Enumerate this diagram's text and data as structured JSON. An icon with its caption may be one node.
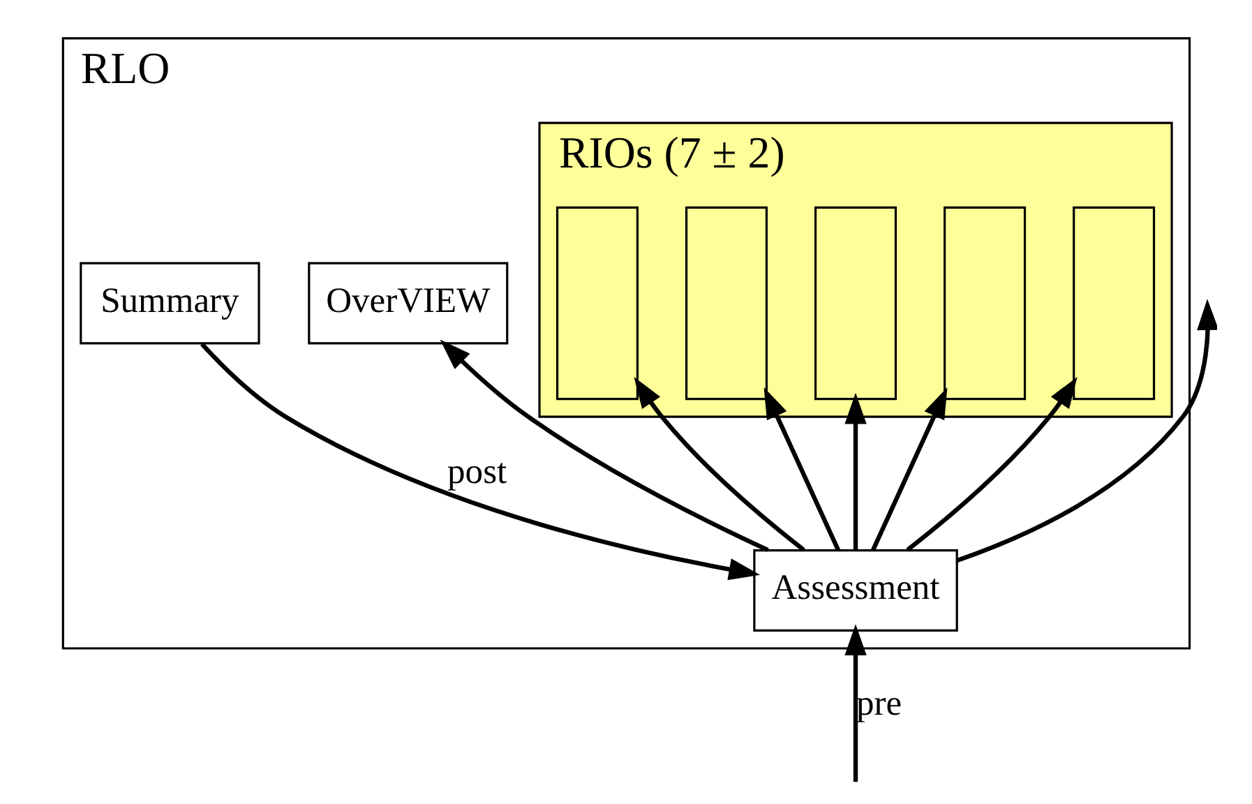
{
  "diagram": {
    "nodes": [
      {
        "text": [
          "RLO"
        ]
      },
      {
        "text": [
          "OverVIEW"
        ],
        "in": 0
      },
      {
        "text": [
          "RIOs (7 ± 2)"
        ],
        "in": 0
      },
      {
        "text": [],
        "shape": "box",
        "in": 2
      },
      {
        "text": [],
        "shape": "box",
        "in": 2
      },
      {
        "text": [],
        "shape": "box",
        "in": 2
      },
      {
        "text": [],
        "shape": "box",
        "in": 2
      },
      {
        "text": [],
        "shape": "box",
        "in": 2
      },
      {
        "text": [
          "Summary"
        ],
        "in": 0
      },
      {
        "text": [
          "Assessment"
        ],
        "in": 0
      }
    ],
    "edges": [
      {
        "from": 9,
        "to": 1,
        "arrow": "to"
      },
      {
        "from": 9,
        "to": 3,
        "arrow": "to"
      },
      {
        "from": 9,
        "to": 4,
        "arrow": "to"
      },
      {
        "from": 9,
        "to": 5,
        "arrow": "to"
      },
      {
        "from": 9,
        "to": 6,
        "arrow": "to"
      },
      {
        "from": 9,
        "to": 7,
        "arrow": "to"
      },
      {
        "from": 8,
        "to": 9,
        "arrow": "to",
        "label": "post"
      },
      {
        "from": 9,
        "to": null,
        "arrow": "to"
      },
      {
        "from": null,
        "to": 9,
        "arrow": "to",
        "label": "pre"
      }
    ]
  }
}
